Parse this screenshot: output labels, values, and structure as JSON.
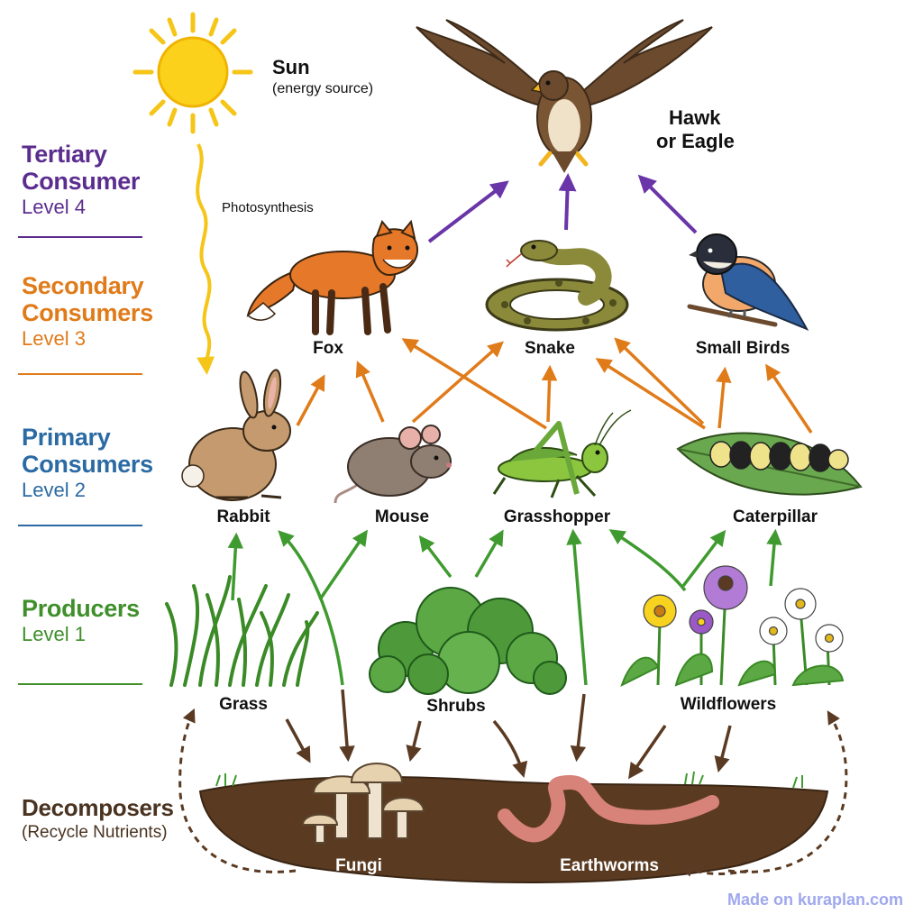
{
  "levels": [
    {
      "title_1": "Tertiary",
      "title_2": "Consumer",
      "sub": "Level 4",
      "color": "#5b2d8e"
    },
    {
      "title_1": "Secondary",
      "title_2": "Consumers",
      "sub": "Level 3",
      "color": "#e07b1a"
    },
    {
      "title_1": "Primary",
      "title_2": "Consumers",
      "sub": "Level 2",
      "color": "#2b6aa3"
    },
    {
      "title_1": "Producers",
      "title_2": "",
      "sub": "Level 1",
      "color": "#3f8f2b"
    },
    {
      "title_1": "Decomposers",
      "title_2": "",
      "sub": "(Recycle Nutrients)",
      "color": "#4a3320"
    }
  ],
  "sun": {
    "title": "Sun",
    "subtitle": "(energy source)"
  },
  "photosynthesis": "Photosynthesis",
  "hawk": {
    "line_1": "Hawk",
    "line_2": "or Eagle"
  },
  "organisms": {
    "fox": "Fox",
    "snake": "Snake",
    "small_birds": "Small Birds",
    "rabbit": "Rabbit",
    "mouse": "Mouse",
    "grasshopper": "Grasshopper",
    "caterpillar": "Caterpillar",
    "grass": "Grass",
    "shrubs": "Shrubs",
    "wildflowers": "Wildflowers",
    "fungi": "Fungi",
    "earthworms": "Earthworms"
  },
  "arrow_colors": {
    "tertiary": "#6a35a8",
    "secondary": "#e07b1a",
    "primary": "#3f9a2f",
    "decomposer": "#5a3a22"
  },
  "watermark": "Made on kuraplan.com"
}
